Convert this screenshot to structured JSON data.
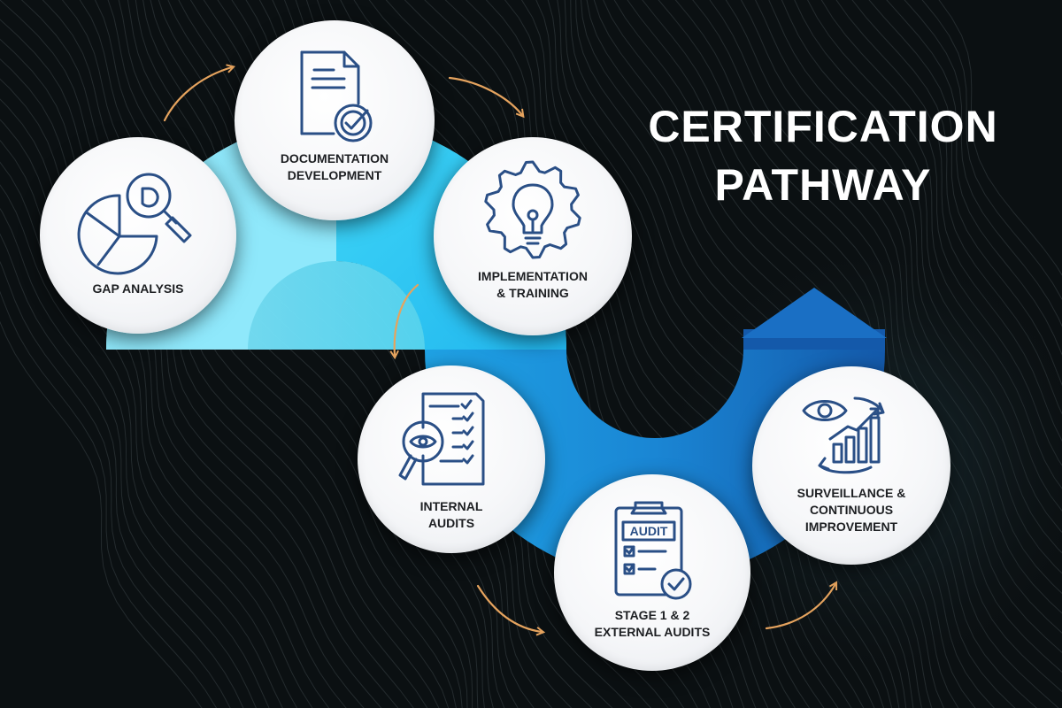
{
  "title": {
    "line1": "CERTIFICATION",
    "line2": "PATHWAY"
  },
  "steps": [
    {
      "id": "gap-analysis",
      "lines": [
        "GAP ANALYSIS"
      ],
      "icon": "pie-chart-magnifier-icon"
    },
    {
      "id": "documentation-development",
      "lines": [
        "DOCUMENTATION",
        "DEVELOPMENT"
      ],
      "icon": "document-check-icon"
    },
    {
      "id": "implementation-training",
      "lines": [
        "IMPLEMENTATION",
        "& TRAINING"
      ],
      "icon": "lightbulb-gear-icon"
    },
    {
      "id": "internal-audits",
      "lines": [
        "INTERNAL",
        "AUDITS"
      ],
      "icon": "checklist-magnifier-eye-icon"
    },
    {
      "id": "external-audits",
      "lines": [
        "STAGE 1 & 2",
        "EXTERNAL AUDITS"
      ],
      "icon": "audit-clipboard-icon"
    },
    {
      "id": "surveillance-improvement",
      "lines": [
        "SURVEILLANCE &",
        "CONTINUOUS",
        "IMPROVEMENT"
      ],
      "icon": "eye-growth-chart-icon"
    }
  ],
  "clipboard_text": "AUDIT",
  "colors": {
    "background": "#0b1012",
    "path_light": "#3fd6f7",
    "path_mid": "#19a6e6",
    "path_dark": "#1566b8",
    "icon_stroke": "#2a4f86",
    "connector_arrow": "#e5a35e",
    "circle_fill": "#f7f8fa",
    "label_text": "#1d1f22",
    "title_text": "#ffffff"
  }
}
